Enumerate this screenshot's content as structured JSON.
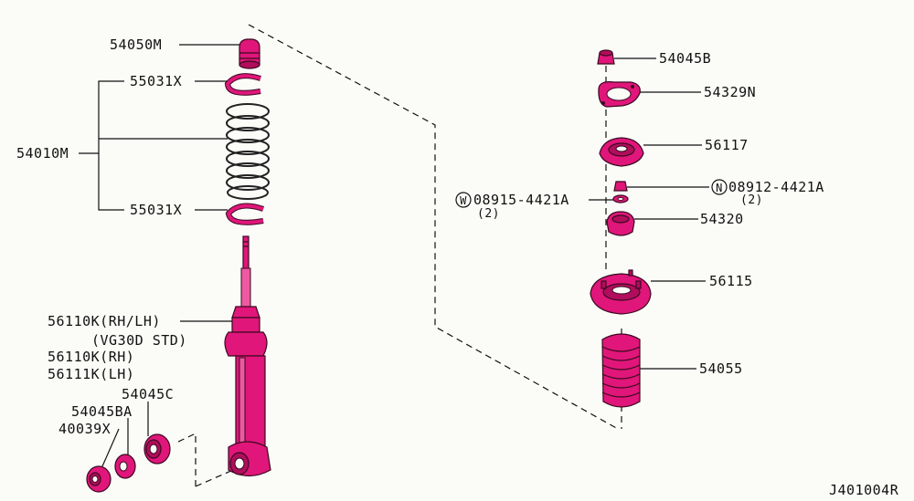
{
  "diagram_id": "J401004R",
  "parts_left": {
    "bump_stopper": "54050M",
    "spring_seat_upper": "55031X",
    "spring_kit": "54010M",
    "spring_seat_lower": "55031X",
    "absorber_main": "56110K(RH/LH)",
    "absorber_main_note": "(VG30D STD)",
    "absorber_rh": "56110K(RH)",
    "absorber_lh": "56111K(LH)",
    "bushing_c": "54045C",
    "bushing_ba": "54045BA",
    "washer_x": "40039X"
  },
  "parts_right": {
    "nut_b": "54045B",
    "plate": "54329N",
    "mount_insulator": "56117",
    "nut_n": "08912-4421A",
    "nut_n_prefix": "N",
    "nut_n_qty": "(2)",
    "washer_w": "08915-4421A",
    "washer_w_prefix": "W",
    "washer_w_qty": "(2)",
    "bushing": "54320",
    "mount_seat": "56115",
    "dust_boot": "54055"
  },
  "colors": {
    "part": "#e0167a",
    "part_dark": "#b00d5c",
    "line": "#111111",
    "background": "#fbfbf8"
  }
}
